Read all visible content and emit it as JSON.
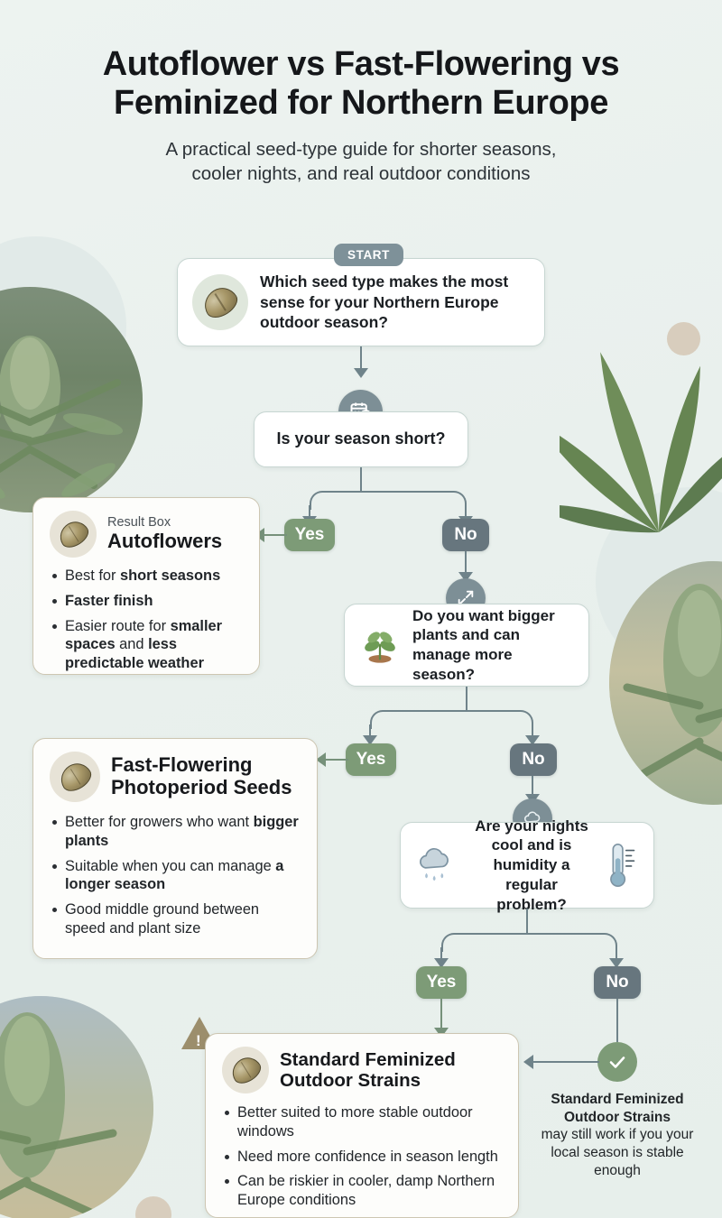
{
  "header": {
    "title_line1": "Autoflower vs Fast-Flowering vs",
    "title_line2": "Feminized for Northern Europe",
    "subtitle_line1": "A practical seed-type guide for shorter seasons,",
    "subtitle_line2": "cooler nights, and real outdoor conditions"
  },
  "flow": {
    "start_label": "START",
    "q1": {
      "text": "Which seed type makes the most sense for your Northern Europe outdoor season?",
      "icon": "seed-icon"
    },
    "q2": {
      "text": "Is your season short?",
      "icon": "calendar-clock-icon"
    },
    "q3": {
      "text": "Do you want bigger plants and can manage more season?",
      "icon": "seedling-icon",
      "badge_icon": "expand-arrows-icon"
    },
    "q4": {
      "text": "Are your nights cool and is humidity a regular problem?",
      "icon_left": "rain-cloud-icon",
      "icon_right": "thermometer-icon",
      "badge_icon": "cloud-icon"
    },
    "yes_label": "Yes",
    "no_label": "No"
  },
  "results": {
    "autoflowers": {
      "kicker": "Result Box",
      "title": "Autoflowers",
      "icon": "seed-icon",
      "bullets": [
        [
          {
            "t": "Best for ",
            "b": false
          },
          {
            "t": "short seasons",
            "b": true
          }
        ],
        [
          {
            "t": "Faster finish",
            "b": true
          }
        ],
        [
          {
            "t": "Easier route for ",
            "b": false
          },
          {
            "t": "smaller spaces",
            "b": true
          },
          {
            "t": " and ",
            "b": false
          },
          {
            "t": "less predictable weather",
            "b": true
          }
        ]
      ]
    },
    "fast_flowering": {
      "title_line1": "Fast-Flowering",
      "title_line2": "Photoperiod Seeds",
      "icon": "seed-icon",
      "bullets": [
        [
          {
            "t": "Better for growers who want ",
            "b": false
          },
          {
            "t": "bigger plants",
            "b": true
          }
        ],
        [
          {
            "t": "Suitable when you can manage ",
            "b": false
          },
          {
            "t": "a longer season",
            "b": true
          }
        ],
        [
          {
            "t": "Good middle ground between speed and plant size",
            "b": false
          }
        ]
      ]
    },
    "feminized": {
      "title_line1": "Standard Feminized",
      "title_line2": "Outdoor Strains",
      "icon": "seed-icon",
      "warning_icon": "warning-triangle-icon",
      "bullets": [
        [
          {
            "t": "Better suited to more stable outdoor windows",
            "b": false
          }
        ],
        [
          {
            "t": "Need more confidence in season length",
            "b": false
          }
        ],
        [
          {
            "t": "Can be riskier in cooler, damp Northern Europe conditions",
            "b": false
          }
        ]
      ]
    }
  },
  "tail_note": {
    "icon": "check-circle-icon",
    "strong_line1": "Standard Feminized",
    "strong_line2": "Outdoor Strains",
    "rest": "may still work if you your local season is stable enough"
  },
  "colors": {
    "background": "#eaf1ee",
    "yes_green": "#7d9b77",
    "no_slate": "#67767e",
    "connector": "#6f838a",
    "start_pill": "#7e9199",
    "warning_tan": "#9c8e6c"
  }
}
